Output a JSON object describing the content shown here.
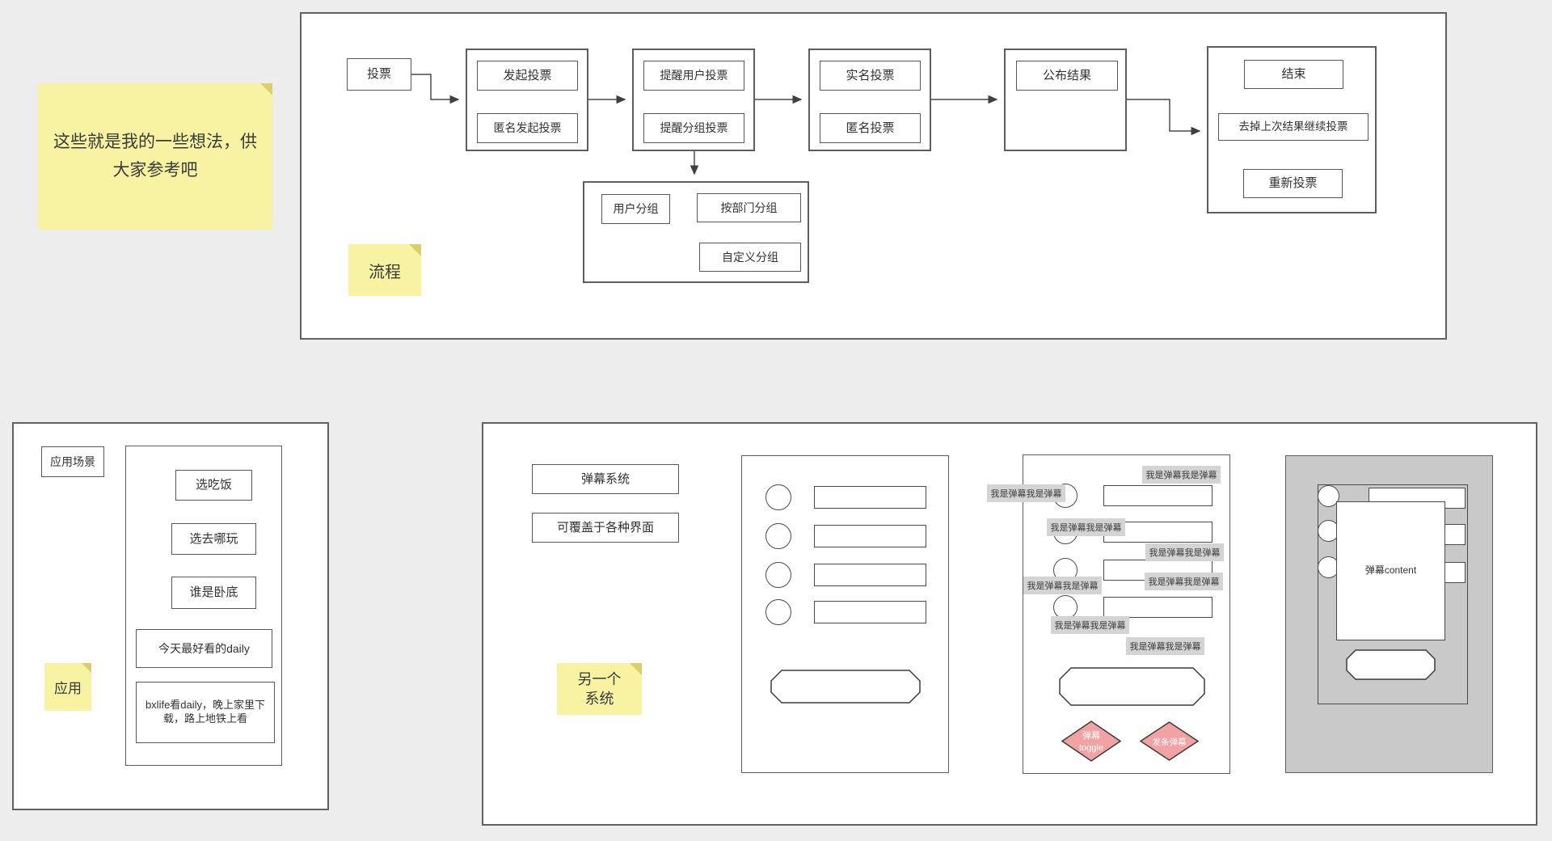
{
  "note_main": {
    "text": "这些就是我的一些想法，供大家参考吧"
  },
  "flow": {
    "sticky": "流程",
    "start": "投票",
    "group1": {
      "a": "发起投票",
      "b": "匿名发起投票"
    },
    "group2": {
      "a": "提醒用户投票",
      "b": "提醒分组投票"
    },
    "group3": {
      "a": "实名投票",
      "b": "匿名投票"
    },
    "group4": {
      "a": "公布结果"
    },
    "group5": {
      "a": "结束",
      "b": "去掉上次结果继续投票",
      "c": "重新投票"
    },
    "grouping": {
      "a": "用户分组",
      "b": "按部门分组",
      "c": "自定义分组"
    }
  },
  "scenarios": {
    "label": "应用场景",
    "sticky": "应用",
    "items": [
      "选吃饭",
      "选去哪玩",
      "谁是卧底",
      "今天最好看的daily",
      "bxlife看daily，晚上家里下载，路上地铁上看"
    ]
  },
  "danmaku": {
    "title1": "弹幕系统",
    "title2": "可覆盖于各种界面",
    "sticky": "另一个\n系统",
    "overlay_text": "我是弹幕我是弹幕",
    "toggle_line1": "弹幕",
    "toggle_line2": "toggle",
    "send_label": "发条弹幕",
    "content_label": "弹幕content"
  },
  "colors": {
    "sticky_yellow": "#f7f3a3",
    "diamond_pink": "#f2a2a2",
    "overlay_gray": "#d4d4d4",
    "panel_gray": "#c9c9c9"
  }
}
